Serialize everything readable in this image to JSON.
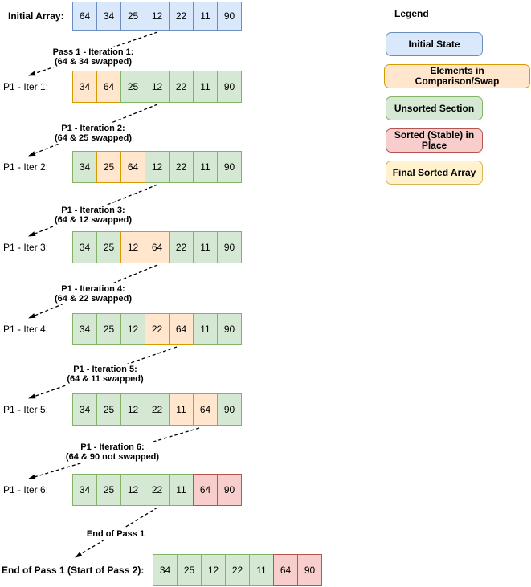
{
  "title": "Bubble Sort Pass 1 Diagram",
  "colors": {
    "blue": {
      "fill": "#dae8fc",
      "stroke": "#6c8ebf"
    },
    "orange": {
      "fill": "#ffe6cc",
      "stroke": "#d79b00"
    },
    "green": {
      "fill": "#d5e8d4",
      "stroke": "#82b366"
    },
    "red": {
      "fill": "#f8cecc",
      "stroke": "#b85450"
    },
    "yellow": {
      "fill": "#fff2cc",
      "stroke": "#d6b656"
    },
    "arrow": "#000000"
  },
  "rows": [
    {
      "label": "Initial Array:",
      "bold": true,
      "cells": [
        {
          "v": "64",
          "s": "blue"
        },
        {
          "v": "34",
          "s": "blue"
        },
        {
          "v": "25",
          "s": "blue"
        },
        {
          "v": "12",
          "s": "blue"
        },
        {
          "v": "22",
          "s": "blue"
        },
        {
          "v": "11",
          "s": "blue"
        },
        {
          "v": "90",
          "s": "blue"
        }
      ]
    },
    {
      "label": "P1 - Iter 1:",
      "bold": false,
      "cells": [
        {
          "v": "34",
          "s": "orange"
        },
        {
          "v": "64",
          "s": "orange"
        },
        {
          "v": "25",
          "s": "green"
        },
        {
          "v": "12",
          "s": "green"
        },
        {
          "v": "22",
          "s": "green"
        },
        {
          "v": "11",
          "s": "green"
        },
        {
          "v": "90",
          "s": "green"
        }
      ]
    },
    {
      "label": "P1 - Iter 2:",
      "bold": false,
      "cells": [
        {
          "v": "34",
          "s": "green"
        },
        {
          "v": "25",
          "s": "orange"
        },
        {
          "v": "64",
          "s": "orange"
        },
        {
          "v": "12",
          "s": "green"
        },
        {
          "v": "22",
          "s": "green"
        },
        {
          "v": "11",
          "s": "green"
        },
        {
          "v": "90",
          "s": "green"
        }
      ]
    },
    {
      "label": "P1 - Iter 3:",
      "bold": false,
      "cells": [
        {
          "v": "34",
          "s": "green"
        },
        {
          "v": "25",
          "s": "green"
        },
        {
          "v": "12",
          "s": "orange"
        },
        {
          "v": "64",
          "s": "orange"
        },
        {
          "v": "22",
          "s": "green"
        },
        {
          "v": "11",
          "s": "green"
        },
        {
          "v": "90",
          "s": "green"
        }
      ]
    },
    {
      "label": "P1 - Iter 4:",
      "bold": false,
      "cells": [
        {
          "v": "34",
          "s": "green"
        },
        {
          "v": "25",
          "s": "green"
        },
        {
          "v": "12",
          "s": "green"
        },
        {
          "v": "22",
          "s": "orange"
        },
        {
          "v": "64",
          "s": "orange"
        },
        {
          "v": "11",
          "s": "green"
        },
        {
          "v": "90",
          "s": "green"
        }
      ]
    },
    {
      "label": "P1 - Iter 5:",
      "bold": false,
      "cells": [
        {
          "v": "34",
          "s": "green"
        },
        {
          "v": "25",
          "s": "green"
        },
        {
          "v": "12",
          "s": "green"
        },
        {
          "v": "22",
          "s": "green"
        },
        {
          "v": "11",
          "s": "orange"
        },
        {
          "v": "64",
          "s": "orange"
        },
        {
          "v": "90",
          "s": "green"
        }
      ]
    },
    {
      "label": "P1 - Iter 6:",
      "bold": false,
      "cells": [
        {
          "v": "34",
          "s": "green"
        },
        {
          "v": "25",
          "s": "green"
        },
        {
          "v": "12",
          "s": "green"
        },
        {
          "v": "22",
          "s": "green"
        },
        {
          "v": "11",
          "s": "green"
        },
        {
          "v": "64",
          "s": "red"
        },
        {
          "v": "90",
          "s": "red"
        }
      ]
    },
    {
      "label": "End of Pass 1 (Start of Pass 2):",
      "bold": true,
      "cells": [
        {
          "v": "34",
          "s": "green"
        },
        {
          "v": "25",
          "s": "green"
        },
        {
          "v": "12",
          "s": "green"
        },
        {
          "v": "22",
          "s": "green"
        },
        {
          "v": "11",
          "s": "green"
        },
        {
          "v": "64",
          "s": "red"
        },
        {
          "v": "90",
          "s": "red"
        }
      ]
    }
  ],
  "transitions": [
    {
      "lines": [
        "Pass 1 - Iteration 1:",
        "(64 & 34 swapped)"
      ]
    },
    {
      "lines": [
        "P1 - Iteration 2:",
        "(64 & 25 swapped)"
      ]
    },
    {
      "lines": [
        "P1 - Iteration 3:",
        "(64 & 12 swapped)"
      ]
    },
    {
      "lines": [
        "P1 - Iteration 4:",
        "(64 & 22 swapped)"
      ]
    },
    {
      "lines": [
        "P1 - Iteration 5:",
        "(64 & 11 swapped)"
      ]
    },
    {
      "lines": [
        "P1 - Iteration 6:",
        "(64 & 90 not swapped)"
      ]
    },
    {
      "lines": [
        "End of Pass 1"
      ]
    }
  ],
  "legend": {
    "title": "Legend",
    "items": [
      {
        "lines": [
          "Initial State"
        ],
        "state": "blue",
        "wide": false
      },
      {
        "lines": [
          "Elements in Comparison/Swap"
        ],
        "state": "orange",
        "wide": true
      },
      {
        "lines": [
          "Unsorted Section"
        ],
        "state": "green",
        "wide": false
      },
      {
        "lines": [
          "Sorted (Stable) in",
          "Place"
        ],
        "state": "red",
        "wide": false
      },
      {
        "lines": [
          "Final Sorted Array"
        ],
        "state": "yellow",
        "wide": false
      }
    ]
  }
}
